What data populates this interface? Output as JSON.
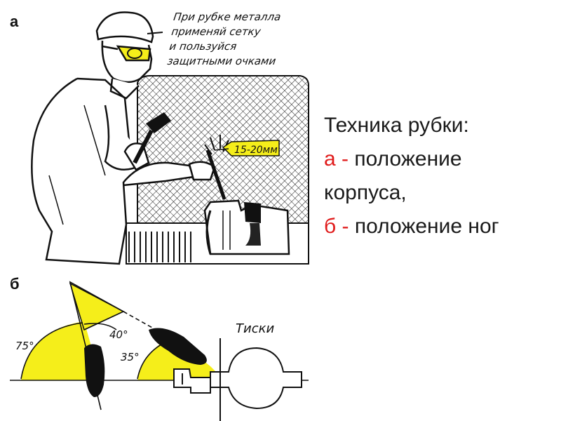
{
  "panel_a": {
    "label": "а",
    "note_lines": [
      "При рубке металла",
      "применяй сетку",
      "и пользуйся",
      "защитными очками"
    ],
    "dimension": "15-20мм"
  },
  "panel_b": {
    "label": "б",
    "angle_1": "75°",
    "angle_2": "40°",
    "angle_3": "35°",
    "vise_label": "Тиски"
  },
  "caption": {
    "line1": "Техника рубки:",
    "a_prefix": "а - ",
    "a_text": "положение",
    "a_text2": "корпуса,",
    "b_prefix": "б - ",
    "b_text": "положение ног"
  },
  "colors": {
    "accent_yellow": "#f5ee1a",
    "caption_red": "#e01b1b"
  }
}
